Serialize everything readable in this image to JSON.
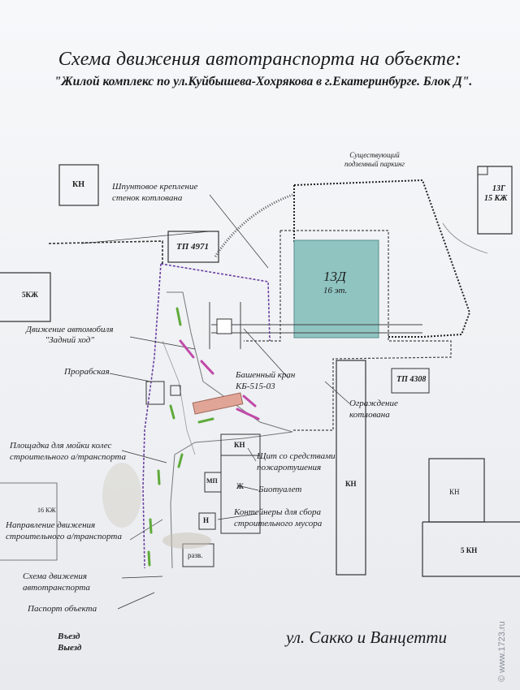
{
  "title": {
    "line1": "Схема движения автотранспорта на объекте:",
    "line2": "\"Жилой комплекс по ул.Куйбышева-Хохрякова в г.Екатеринбурге. Блок Д\"."
  },
  "buildings": {
    "kn_top_left": "КН",
    "tp4971": "ТП 4971",
    "b5kzh": "5КЖ",
    "b13d_name": "13Д",
    "b13d_floors": "16 эт.",
    "b13g_name": "13Г",
    "b13g_floors": "15 КЖ",
    "tp4308": "ТП 4308",
    "kn_mid": "КН",
    "kn_long": "КН",
    "kn_right": "КН",
    "kn_5": "5 КН",
    "b16kzh": "16 КЖ",
    "mp": "МП",
    "zh": "Ж",
    "n": "Н",
    "razv": "разв."
  },
  "labels": {
    "parking": "Существующий\nподземный паркинг",
    "shpunt": "Шпунтовое крепление\nстенок котлована",
    "reverse": "Движение автомобиля\n\"Задний ход\"",
    "prorab": "Прорабская",
    "crane": "Башенный кран\nКБ-515-03",
    "fence": "Ограждение\nкотлована",
    "wash": "Площадка для мойки колес\nстроительного а/транспорта",
    "fire": "Щит со средствами\nпожаротушения",
    "toilet": "Биотуалет",
    "containers": "Контейнеры для сбора\nстроительного мусора",
    "direction": "Направление движения\nстроительного а/транспорта",
    "scheme": "Схема движения\nавтотранспорта",
    "passport": "Паспорт объекта",
    "entry": "Въезд",
    "exit": "Выезд"
  },
  "street": "ул. Сакко и Ванцетти",
  "watermark": "© www.1723.ru",
  "colors": {
    "building_13d": "#8fc4c1",
    "fence": "#6a3fa0",
    "arrow_magenta": "#c04aa8",
    "arrow_green": "#5faa3a",
    "crane_boom": "#e0a596"
  }
}
